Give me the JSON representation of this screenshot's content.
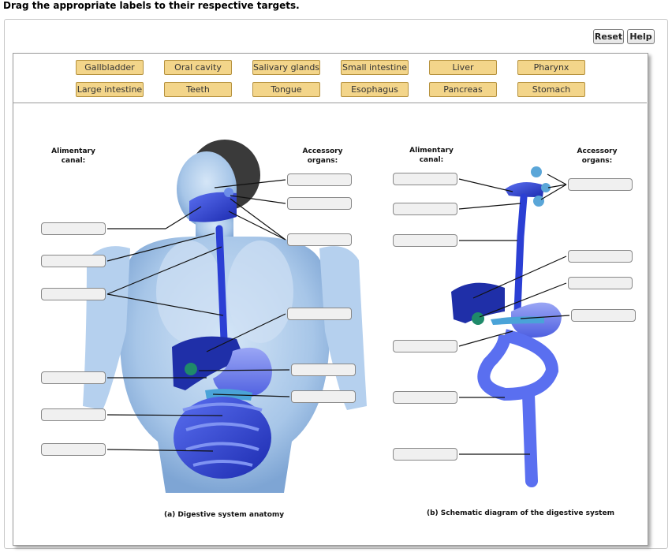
{
  "instruction": "Drag the appropriate labels to their respective targets.",
  "buttons": {
    "reset": "Reset",
    "help": "Help"
  },
  "labels": {
    "row1": [
      "Gallbladder",
      "Oral cavity",
      "Salivary glands",
      "Small intestine",
      "Liver",
      "Pharynx"
    ],
    "row2": [
      "Large intestine",
      "Teeth",
      "Tongue",
      "Esophagus",
      "Pancreas",
      "Stomach"
    ]
  },
  "figure_a": {
    "heading_left": "Alimentary\ncanal:",
    "heading_right": "Accessory\norgans:",
    "caption": "(a) Digestive system anatomy"
  },
  "figure_b": {
    "heading_left": "Alimentary\ncanal:",
    "heading_right": "Accessory\norgans:",
    "caption": "(b) Schematic diagram of the digestive system"
  },
  "colors": {
    "label_fill": "#f3d58a",
    "label_border": "#b6923e",
    "organ_blue": "#2b3fd4",
    "body_blue": "#a9c8ea"
  }
}
